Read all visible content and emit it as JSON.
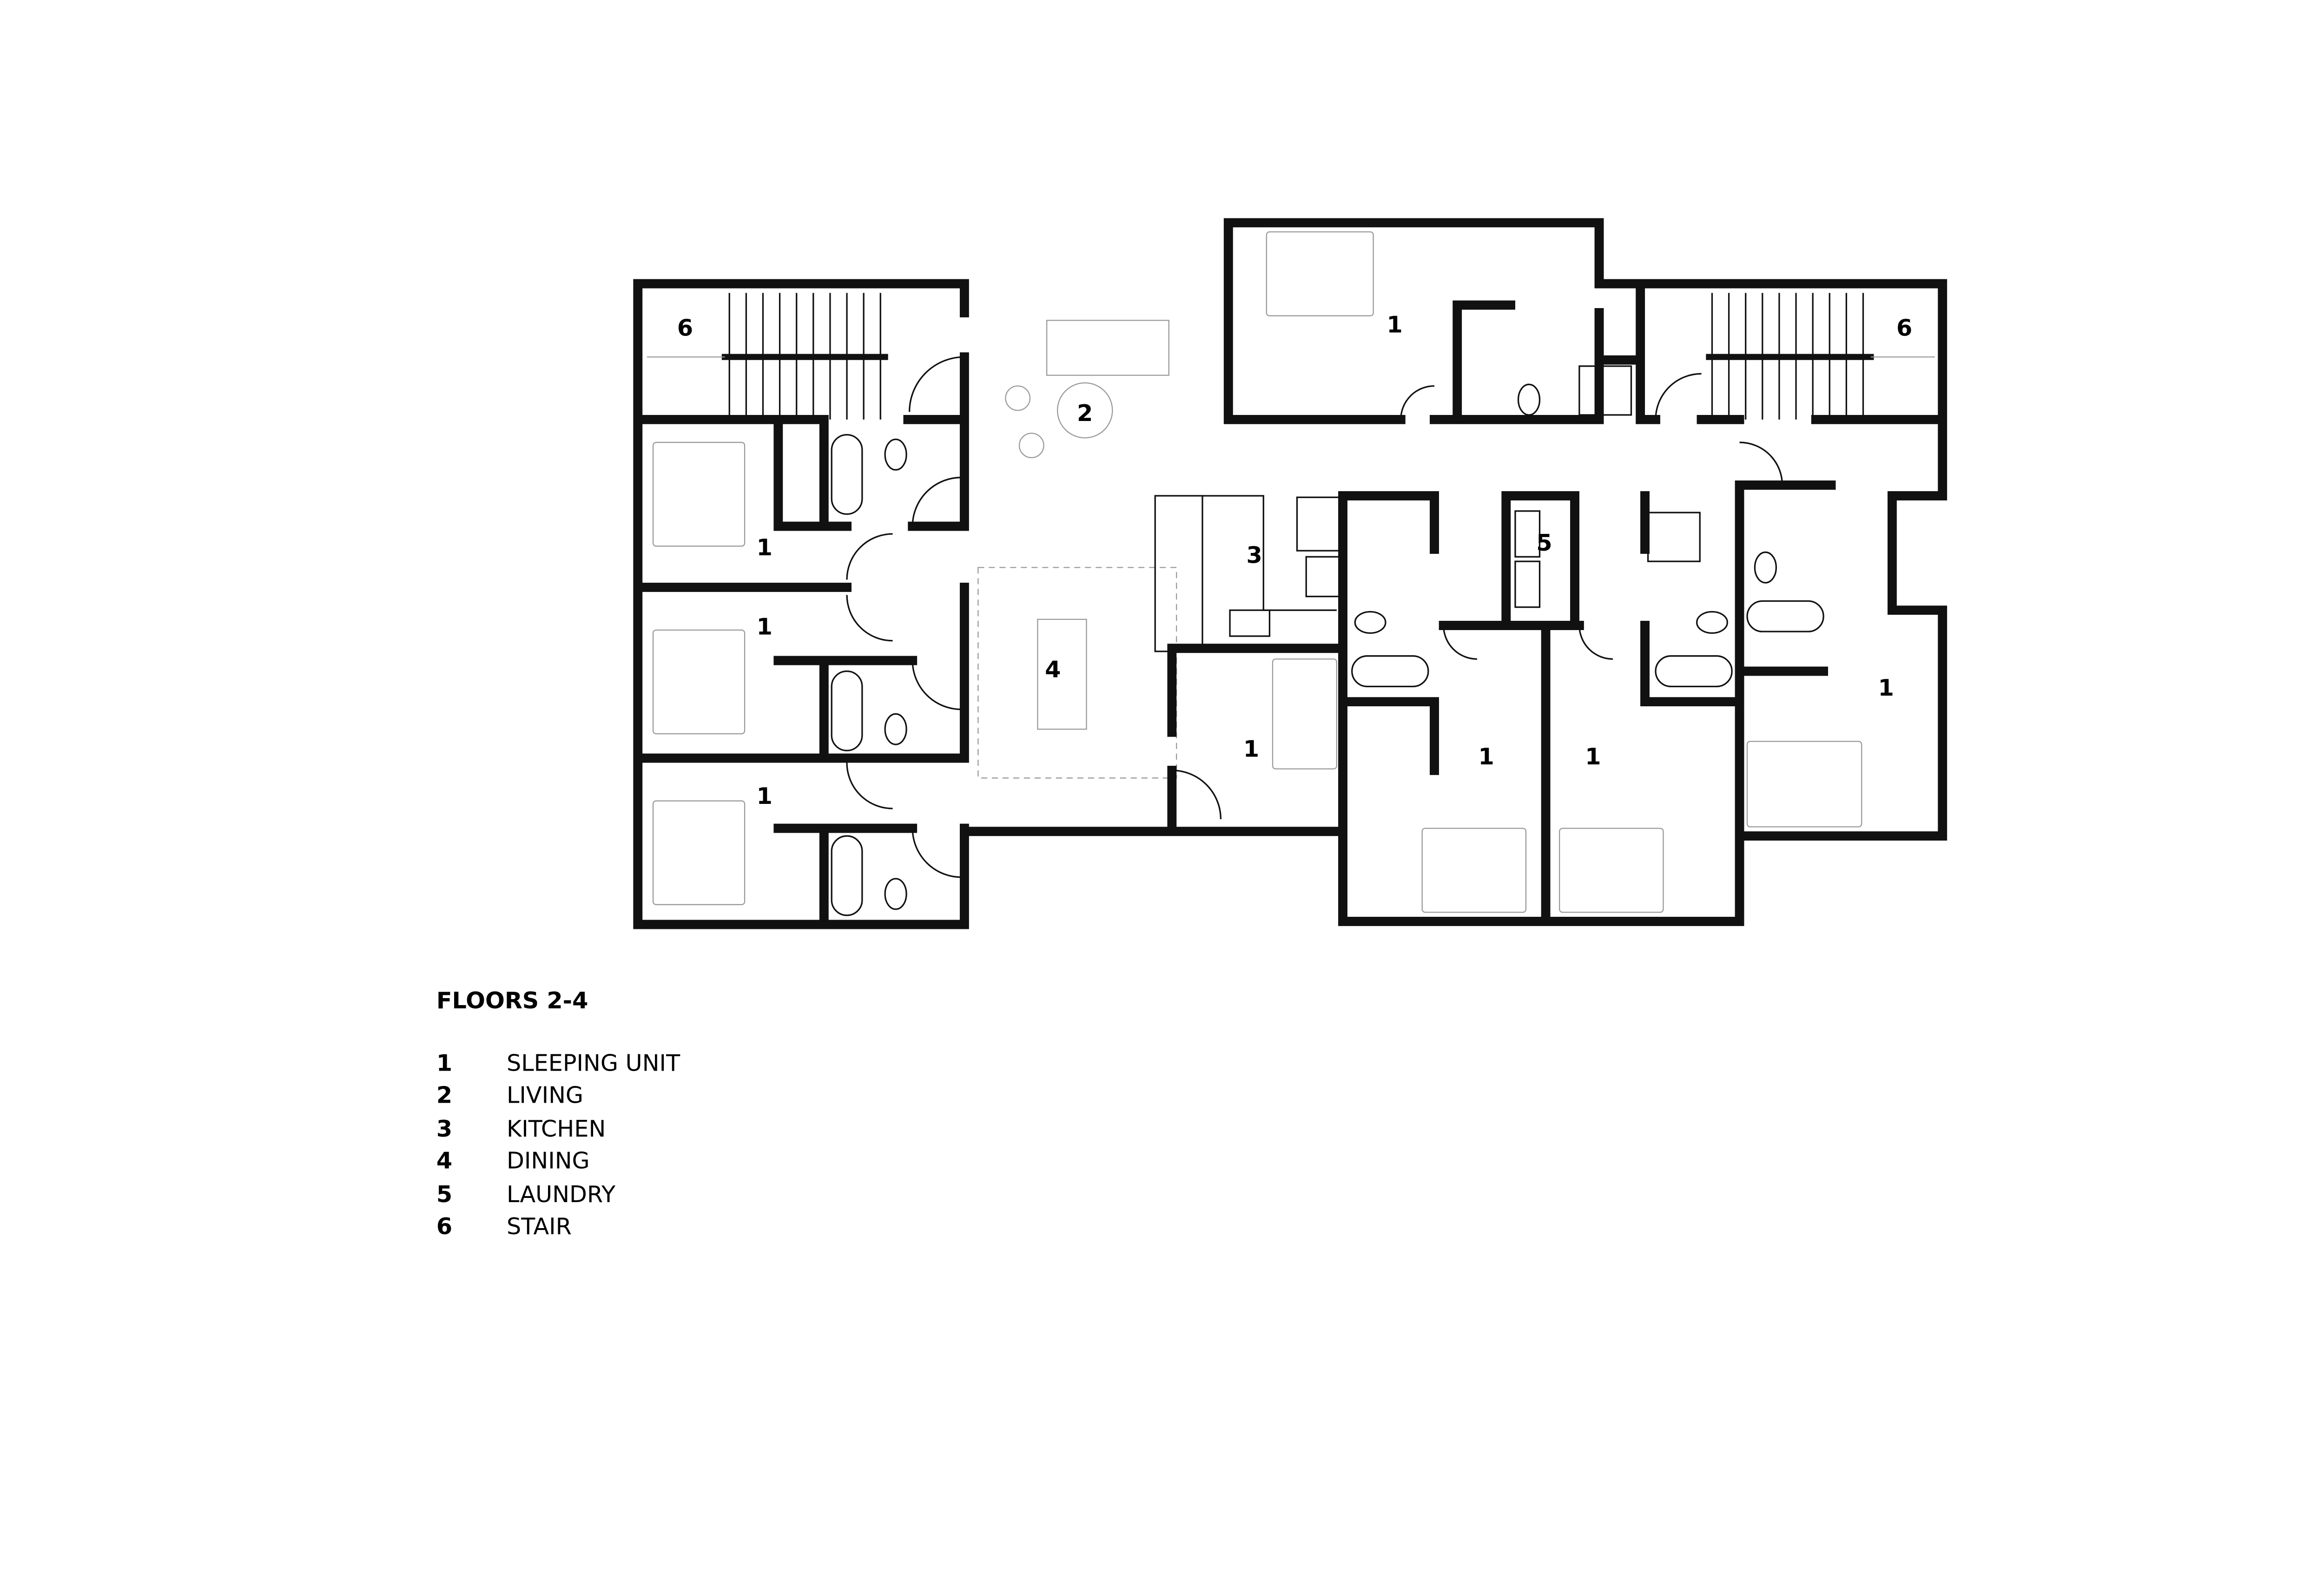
{
  "plan": {
    "rooms": [
      {
        "number": "6"
      },
      {
        "number": "1"
      },
      {
        "number": "6"
      },
      {
        "number": "2"
      },
      {
        "number": "1"
      },
      {
        "number": "3"
      },
      {
        "number": "5"
      },
      {
        "number": "1"
      },
      {
        "number": "4"
      },
      {
        "number": "1"
      },
      {
        "number": "1"
      },
      {
        "number": "1"
      },
      {
        "number": "1"
      },
      {
        "number": "1"
      }
    ]
  },
  "legend": {
    "title": "FLOORS 2-4",
    "items": [
      {
        "key": "1",
        "label": "SLEEPING UNIT"
      },
      {
        "key": "2",
        "label": "LIVING"
      },
      {
        "key": "3",
        "label": "KITCHEN"
      },
      {
        "key": "4",
        "label": "DINING"
      },
      {
        "key": "5",
        "label": "LAUNDRY"
      },
      {
        "key": "6",
        "label": "STAIR"
      }
    ]
  },
  "colors": {
    "wall": "#111111",
    "wall_fill": "#666666",
    "furniture": "#999999"
  }
}
